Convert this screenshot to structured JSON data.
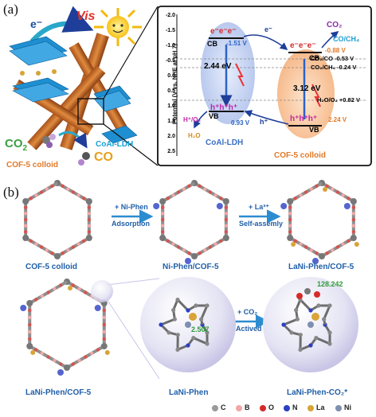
{
  "panel_a": {
    "label": "(a)",
    "vis": "Vis",
    "e_minus": "e⁻",
    "co2": "CO",
    "co2_sub": "2",
    "co": "CO",
    "cofcolloid": "COF-5 colloid",
    "coal_ldh": "CoAl-LDH",
    "axis_label": "Potential (V vs. NHE at pH 7)",
    "ticks": [
      "-2.0",
      "-1.5",
      "-1.0",
      "-0.5",
      "0.0",
      "0.5",
      "1.0",
      "1.5",
      "2.0",
      "2.5"
    ],
    "ldh": {
      "cb_label": "CB",
      "vb_label": "VB",
      "cb_value": "-1.51 V",
      "vb_value": "0.93 V",
      "gap": "2.44 eV",
      "electrons": "e⁻e⁻e⁻",
      "holes": "h⁺h⁺h⁺",
      "h_o2": "H⁺/O₂",
      "h2o": "H₂O",
      "name": "CoAl-LDH"
    },
    "cof": {
      "cb_label": "CB",
      "vb_label": "VB",
      "cb_value": "-0.88 V",
      "vb_value": "2.24 V",
      "gap": "3.12 eV",
      "electrons": "e⁻e⁻e⁻",
      "holes": "h⁺h⁺h⁺",
      "name": "COF-5 colloid"
    },
    "transfer_e": "e⁻",
    "transfer_h": "h⁺",
    "co2_top": "CO₂",
    "co_ch4": "CO/CH₄",
    "redox": [
      {
        "label": "CO₂/CO -0.53 V"
      },
      {
        "label": "CO₂/CH₄ -0.24 V"
      },
      {
        "label": "H₂O/O₂ +0.82 V"
      }
    ]
  },
  "panel_b": {
    "label": "(b)",
    "top_captions": [
      "COF-5 colloid",
      "Ni-Phen/COF-5",
      "LaNi-Phen/COF-5"
    ],
    "step1_top": "+ Ni-Phen",
    "step1_bottom": "Adsorption",
    "step2_top": "+ La³⁺",
    "step2_bottom": "Self-assemly",
    "bottom_captions": [
      "LaNi-Phen/COF-5",
      "LaNi-Phen",
      "LaNi-Phen-CO₂*"
    ],
    "step3_top": "+ CO₂",
    "step3_bottom": "Actived",
    "bond1": "2.507",
    "bond2": "128.242",
    "legend": [
      {
        "name": "C",
        "color": "#9a9a9a"
      },
      {
        "name": "B",
        "color": "#f2a6a6"
      },
      {
        "name": "O",
        "color": "#d62a2a"
      },
      {
        "name": "N",
        "color": "#2b3fc4"
      },
      {
        "name": "La",
        "color": "#d8a437"
      },
      {
        "name": "Ni",
        "color": "#7f8fb0"
      }
    ]
  }
}
